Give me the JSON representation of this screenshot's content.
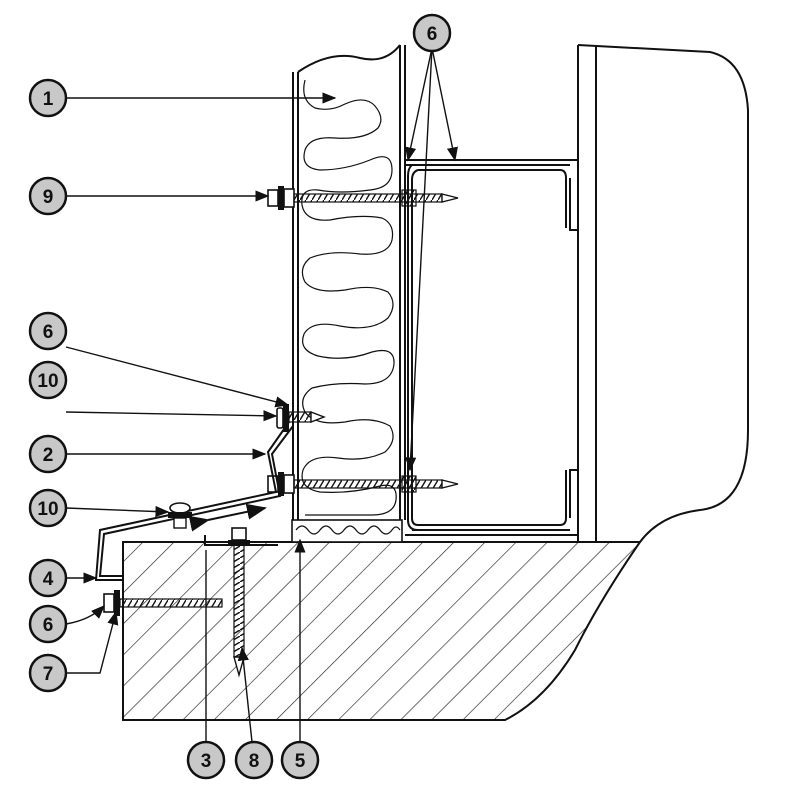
{
  "diagram": {
    "callouts": [
      {
        "id": "c1",
        "label": "1"
      },
      {
        "id": "c2",
        "label": "2"
      },
      {
        "id": "c3",
        "label": "3"
      },
      {
        "id": "c4",
        "label": "4"
      },
      {
        "id": "c5",
        "label": "5"
      },
      {
        "id": "c6a",
        "label": "6"
      },
      {
        "id": "c6b",
        "label": "6"
      },
      {
        "id": "c6c",
        "label": "6"
      },
      {
        "id": "c7",
        "label": "7"
      },
      {
        "id": "c8",
        "label": "8"
      },
      {
        "id": "c9",
        "label": "9"
      },
      {
        "id": "c10a",
        "label": "10"
      },
      {
        "id": "c10b",
        "label": "10"
      }
    ],
    "colors": {
      "callout_fill": "#c8c8c8",
      "line": "#111111",
      "concrete_hatch": "#222222"
    }
  }
}
